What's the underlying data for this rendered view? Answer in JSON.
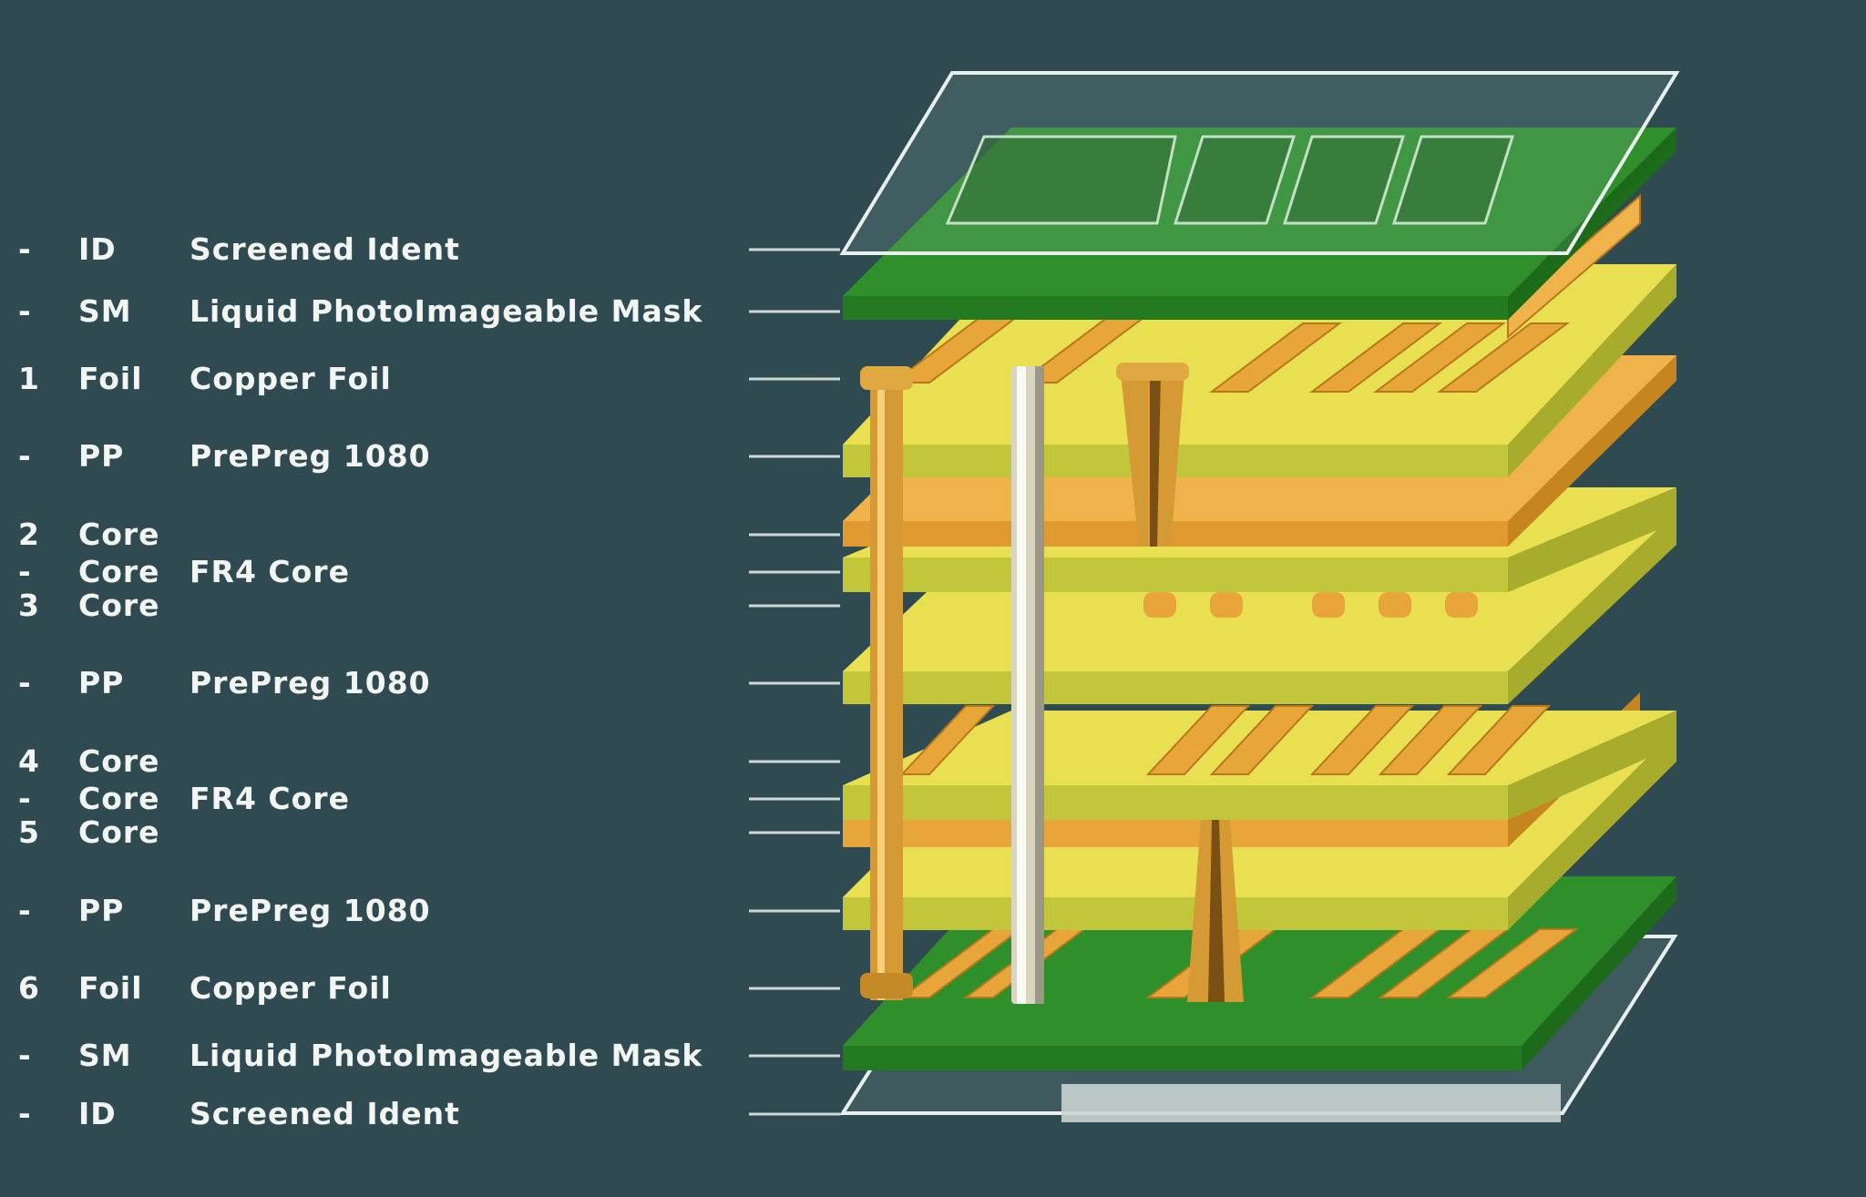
{
  "layers": [
    {
      "num": "-",
      "code": "ID",
      "desc": "Screened Ident"
    },
    {
      "num": "-",
      "code": "SM",
      "desc": "Liquid PhotoImageable Mask"
    },
    {
      "num": "1",
      "code": "Foil",
      "desc": "Copper Foil"
    },
    {
      "num": "-",
      "code": "PP",
      "desc": "PrePreg 1080"
    },
    {
      "num": "2",
      "code": "Core",
      "desc": ""
    },
    {
      "num": "-",
      "code": "Core",
      "desc": "FR4 Core"
    },
    {
      "num": "3",
      "code": "Core",
      "desc": ""
    },
    {
      "num": "-",
      "code": "PP",
      "desc": "PrePreg 1080"
    },
    {
      "num": "4",
      "code": "Core",
      "desc": ""
    },
    {
      "num": "-",
      "code": "Core",
      "desc": "FR4 Core"
    },
    {
      "num": "5",
      "code": "Core",
      "desc": ""
    },
    {
      "num": "-",
      "code": "PP",
      "desc": "PrePreg 1080"
    },
    {
      "num": "6",
      "code": "Foil",
      "desc": "Copper Foil"
    },
    {
      "num": "-",
      "code": "SM",
      "desc": "Liquid PhotoImageable Mask"
    },
    {
      "num": "-",
      "code": "ID",
      "desc": "Screened Ident"
    }
  ],
  "colors": {
    "background": "#2f4a50",
    "solder_mask": "#2f8f2a",
    "prepreg": "#e8e050",
    "core": "#c2c63a",
    "copper": "#e8a53a",
    "via_gold": "#d59a34",
    "via_silver": "#e6e4d2"
  }
}
